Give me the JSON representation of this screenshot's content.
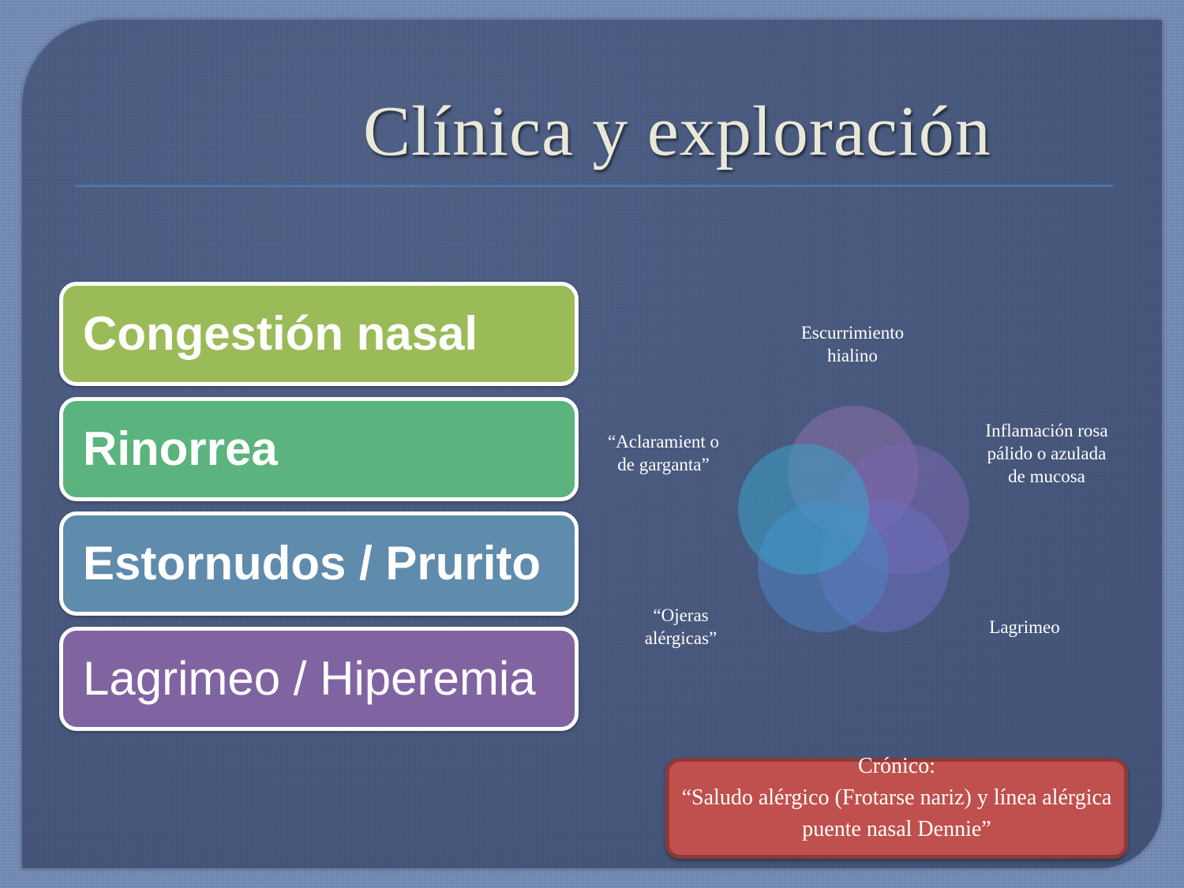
{
  "slide": {
    "title": "Clínica y exploración",
    "boxes": [
      {
        "label": "Congestión nasal",
        "color": "#9bbb59"
      },
      {
        "label": "Rinorrea",
        "color": "#5bb37d"
      },
      {
        "label": "Estornudos / Prurito",
        "color": "#5f8bad"
      },
      {
        "label": "Lagrimeo / Hiperemia",
        "color": "#8064a2"
      }
    ],
    "venn": {
      "labels": [
        "Escurrimiento hialino",
        "Inflamación rosa pálido o azulada de mucosa",
        "Lagrimeo",
        "“Ojeras alérgicas”",
        "“Aclaramient o de garganta”"
      ],
      "circle_colors": [
        "#8a6fa8",
        "#7a66b0",
        "#6a6fbf",
        "#4f82c0",
        "#3aa0c8"
      ]
    },
    "note": {
      "line1": "Crónico:",
      "line2": "“Saludo alérgico (Frotarse nariz)  y línea alérgica puente nasal Dennie”",
      "fill": "#c0504d"
    }
  }
}
